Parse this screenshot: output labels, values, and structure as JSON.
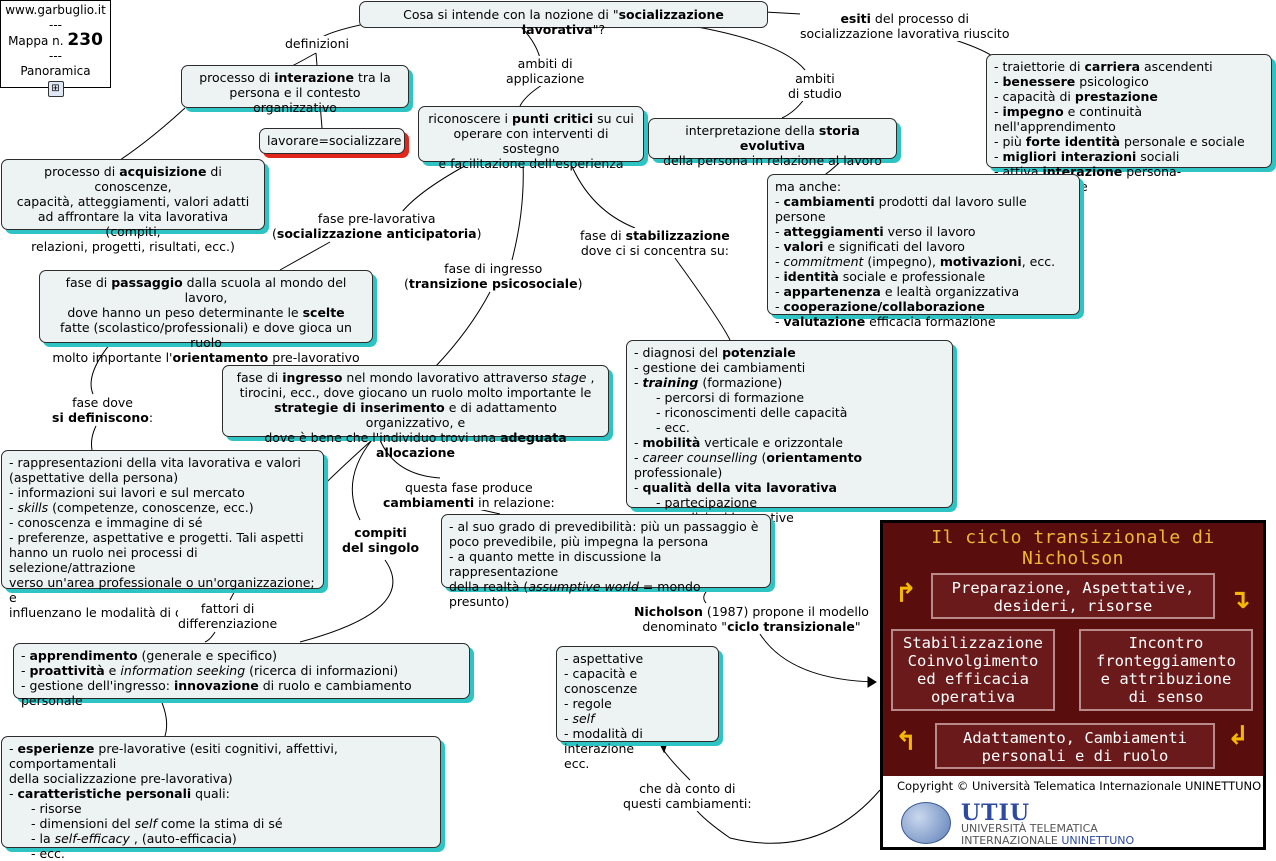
{
  "tag": {
    "site": "www.garbuglio.it",
    "sep": "---",
    "mappa": "Mappa n.",
    "num": "230",
    "sep2": "---",
    "view": "Panoramica",
    "icon": "map-structure-icon"
  },
  "root": {
    "pre": "Cosa si intende con la nozione di \"",
    "bold": "socializzazione lavorativa",
    "post": "\"?"
  },
  "labels": {
    "definizioni": "definizioni",
    "ambiti_app": [
      "ambiti di",
      "applicazione"
    ],
    "ambiti_studio": [
      "ambiti",
      "di studio"
    ],
    "esiti": {
      "bold": "esiti",
      "rest": " del processo di",
      "line2": "socializzazione lavorativa riuscito"
    },
    "fase_pre": {
      "l1": "fase pre-lavorativa",
      "l2pre": "(",
      "l2bold": "socializzazione anticipatoria",
      "l2post": ")"
    },
    "fase_ingresso": {
      "l1": "fase di ingresso",
      "l2pre": "(",
      "l2bold": "transizione psicosociale",
      "l2post": ")"
    },
    "fase_stab": {
      "l1pre": "fase di ",
      "l1bold": "stabilizzazione",
      "l2": "dove ci si concentra su:"
    },
    "fase_dove": {
      "l1": "fase dove",
      "l2bold": "si definiscono",
      "l2post": ":"
    },
    "questa_fase": {
      "l1": "questa fase produce",
      "l2bold": "cambiamenti",
      "l2post": " in relazione:"
    },
    "compiti": [
      "compiti",
      "del singolo"
    ],
    "fattori": [
      "fattori di",
      "differenziazione"
    ],
    "nicholson": {
      "bold": "Nicholson",
      "l1": " (1987) propone il modello",
      "l2pre": "denominato \"",
      "l2bold": "ciclo transizionale",
      "l2post": "\""
    },
    "che_da": [
      "che dà conto di",
      "questi cambiamenti:"
    ]
  },
  "nodes": {
    "processo_interazione": {
      "pre": "processo di ",
      "bold": "interazione",
      "post": " tra la",
      "l2": "persona e il contesto organizzativo"
    },
    "lavorare": "lavorare=socializzare",
    "processo_acquisizione": {
      "pre": "processo di ",
      "bold": "acquisizione",
      "post": " di conoscenze,",
      "l2": "capacità, atteggiamenti, valori adatti",
      "l3": "ad affrontare la vita lavorativa (compiti,",
      "l4": "relazioni, progetti, risultati, ecc.)"
    },
    "riconoscere": {
      "pre": "riconoscere i ",
      "bold": "punti critici",
      "post": " su cui",
      "l2": "operare con interventi di sostegno",
      "l3": "e facilitazione dell'esperienza"
    },
    "interpretazione": {
      "pre": "interpretazione della ",
      "bold": "storia evolutiva",
      "l2": "della persona in relazione al lavoro"
    },
    "esiti_list": [
      {
        "pre": "- traiettorie di ",
        "bold": "carriera",
        "post": " ascendenti"
      },
      {
        "pre": "- ",
        "bold": "benessere",
        "post": " psicologico"
      },
      {
        "pre": "- capacità di ",
        "bold": "prestazione",
        "post": ""
      },
      {
        "pre": "- ",
        "bold": "impegno",
        "post": " e continuità nell'apprendimento"
      },
      {
        "pre": "- più ",
        "bold": "forte identità",
        "post": " personale e sociale"
      },
      {
        "pre": "- ",
        "bold": "migliori interazioni",
        "post": " sociali"
      },
      {
        "pre": "- attiva ",
        "bold": "interazione",
        "post": " persona-organizzazione"
      }
    ],
    "ma_anche": [
      {
        "pre": "ma anche:",
        "bold": "",
        "post": "",
        "it": ""
      },
      {
        "pre": "- ",
        "bold": "cambiamenti",
        "post": " prodotti dal lavoro sulle persone",
        "it": ""
      },
      {
        "pre": "- ",
        "bold": "atteggiamenti",
        "post": " verso il lavoro",
        "it": ""
      },
      {
        "pre": "- ",
        "bold": "valori",
        "post": " e significati del lavoro",
        "it": ""
      },
      {
        "pre": "- ",
        "it": "commitment",
        "post2": "  (impegno), ",
        "bold": "motivazioni",
        "post": ", ecc."
      },
      {
        "pre": "- ",
        "bold": "identità",
        "post": " sociale e professionale",
        "it": ""
      },
      {
        "pre": "- ",
        "bold": "appartenenza",
        "post": " e lealtà organizzativa",
        "it": ""
      },
      {
        "pre": "- ",
        "bold": "cooperazione/collaborazione",
        "post": "",
        "it": ""
      },
      {
        "pre": "- ",
        "bold": "valutazione",
        "post": " efficacia formazione",
        "it": ""
      }
    ],
    "passaggio": {
      "pre": "fase di ",
      "bold": "passaggio",
      "post": " dalla scuola al mondo del lavoro,",
      "l2pre": "dove hanno un peso determinante le ",
      "l2bold": "scelte",
      "l3": "fatte (scolastico/professionali) e dove gioca un ruolo",
      "l4pre": "molto importante l'",
      "l4bold": "orientamento",
      "l4post": " pre-lavorativo"
    },
    "ingresso": {
      "pre": "fase di ",
      "bold": "ingresso",
      "post": " nel mondo lavorativo attraverso ",
      "it": "stage",
      "post2": " ,",
      "l2": "tirocini, ecc., dove giocano un ruolo molto importante le",
      "l3bold": "strategie di inserimento",
      "l3post": " e di adattamento organizzativo, e",
      "l4pre": "dove è bene che l'individuo trovi una ",
      "l4bold": "adeguata allocazione"
    },
    "stab_list": [
      {
        "t": "- diagnosi del ",
        "b": "potenziale"
      },
      {
        "t": "- gestione dei cambiamenti"
      },
      {
        "t": "- ",
        "bi": "training",
        "t2": "  (formazione)"
      },
      {
        "ind": "- percorsi di formazione"
      },
      {
        "ind": "- riconoscimenti delle capacità"
      },
      {
        "ind": "- ecc."
      },
      {
        "t": "- ",
        "b": "mobilità",
        "t2": " verticale e orizzontale"
      },
      {
        "t": "- ",
        "i": "career counselling",
        "t2": "  (",
        "b2": "orientamento",
        "t3": " professionale)"
      },
      {
        "t": "- ",
        "b": "qualità della vita lavorativa"
      },
      {
        "ind": "- partecipazione"
      },
      {
        "ind": "- condizioni lavorative"
      }
    ],
    "rappresentazioni": [
      "- rappresentazioni della vita lavorativa e valori",
      "(aspettative della persona)",
      "- informazioni sui lavori e sul mercato",
      "- ",
      "- conoscenza e immagine di sé",
      "- preferenze, aspettative e progetti. Tali aspetti",
      "hanno un ruolo nei processi di selezione/attrazione",
      "verso un'area professionale o un'organizzazione; e",
      "influenzano le modalità di decisione"
    ],
    "skills": {
      "it": "skills",
      "rest": "  (competenze, conoscenze, ecc.)"
    },
    "prevedibilita": [
      "- al suo grado di prevedibilità: più un passaggio è",
      "poco prevedibile, più impegna la persona",
      "- a quanto mette in discussione la rappresentazione",
      "della realtà ("
    ],
    "assumptive": {
      "it": "assumptive world",
      "rest": "  = mondo presunto)"
    },
    "aspettative": [
      "- aspettative",
      "- capacità e conoscenze",
      "- regole",
      "- ",
      "- modalità di interazione",
      "ecc."
    ],
    "self_it": "self",
    "apprendimento": {
      "l1b": "apprendimento",
      "l1": " (generale e specifico)",
      "l2b": "proattività",
      "l2": " e ",
      "l2i": "information seeking",
      "l2post": "  (ricerca di informazioni)",
      "l3": "- gestione dell'ingresso: ",
      "l3b": "innovazione",
      "l3post": " di ruolo e cambiamento personale"
    },
    "esperienze": {
      "l1b": "esperienze",
      "l1": " pre-lavorative (esiti cognitivi, affettivi, comportamentali",
      "l2": "della socializzazione pre-lavorativa)",
      "l3b": "caratteristiche personali",
      "l3": " quali:",
      "l4": "- risorse",
      "l5pre": "- dimensioni del ",
      "l5i": "self",
      "l5post": "  come la stima di sé",
      "l6pre": "- la ",
      "l6i": "self-efficacy",
      "l6post": " , (auto-efficacia)",
      "l7": "- ecc."
    }
  },
  "nicholson_panel": {
    "title_l1": "Il ciclo transizionale di",
    "title_l2": "Nicholson",
    "prep": [
      "Preparazione, Aspettative,",
      "desideri, risorse"
    ],
    "incontro": [
      "Incontro",
      "fronteggiamento",
      "e attribuzione",
      "di senso"
    ],
    "adatt": [
      "Adattamento, Cambiamenti",
      "personali e di ruolo"
    ],
    "stab": [
      "Stabilizzazione",
      "Coinvolgimento",
      "ed efficacia",
      "operativa"
    ],
    "copyright": "Copyright © Università Telematica Internazionale UNINETTUNO",
    "logo": "UTIU",
    "logo_l1": "UNIVERSITÀ TELEMATICA",
    "logo_l2a": "INTERNAZIONALE ",
    "logo_l2b": "UNINETTUNO",
    "colors": {
      "bg": "#5a0d0d",
      "title": "#f0b835",
      "arrow": "#f5b800"
    }
  }
}
